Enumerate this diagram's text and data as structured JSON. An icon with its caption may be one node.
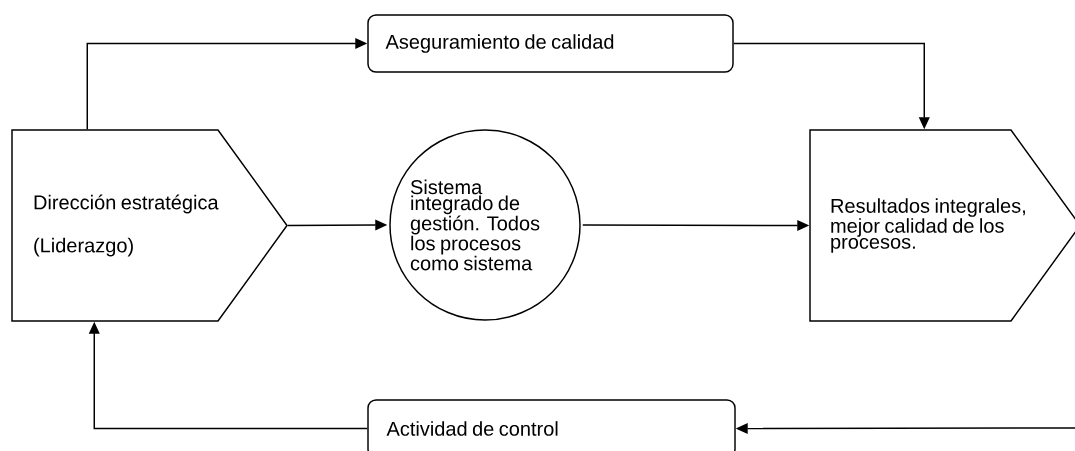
{
  "diagram": {
    "nodes": [
      {
        "text": [
          "Dirección estratégica",
          "(Liderazgo)"
        ]
      },
      {
        "text": [
          "Aseguramiento de calidad"
        ]
      },
      {
        "text": [
          "Sistema integrado de gestión. Todos los procesos como sistema"
        ]
      },
      {
        "text": [
          "Resultados integrales, mejor calidad de los procesos."
        ]
      },
      {
        "text": [
          "Actividad de control"
        ]
      }
    ],
    "edges": [
      {
        "from": 0,
        "to": 1,
        "arrow": "to"
      },
      {
        "from": 1,
        "to": 3,
        "arrow": "to"
      },
      {
        "from": 0,
        "to": 2,
        "arrow": "to"
      },
      {
        "from": 2,
        "to": 3,
        "arrow": "to"
      },
      {
        "from": null,
        "to": 4,
        "arrow": "to"
      },
      {
        "from": 4,
        "to": 0,
        "arrow": "to"
      }
    ]
  }
}
